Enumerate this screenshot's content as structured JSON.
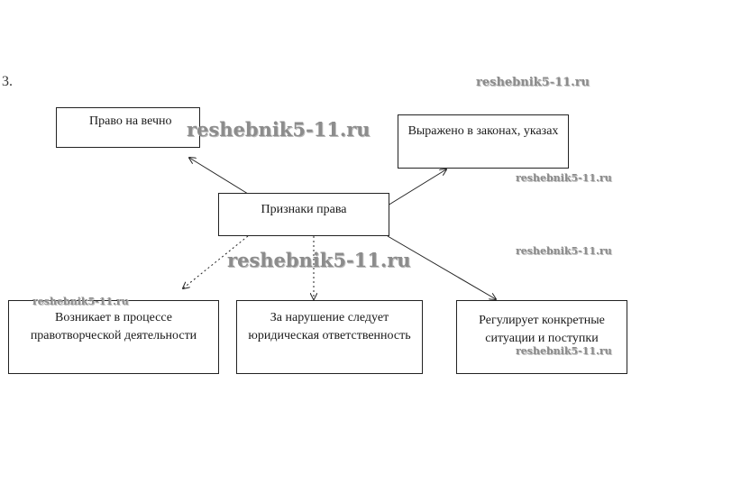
{
  "number": "3.",
  "center": {
    "label": "Признаки права"
  },
  "boxes": {
    "top_left": "Право на вечно",
    "top_right": "Выражено в законах, указах",
    "bottom_left": "Возникает в процессе правотворческой деятельности",
    "bottom_middle": "За нарушение следует юридическая ответственность",
    "bottom_right": "Регулирует конкретные ситуации и поступки"
  },
  "watermark": "reshebnik5-11.ru"
}
